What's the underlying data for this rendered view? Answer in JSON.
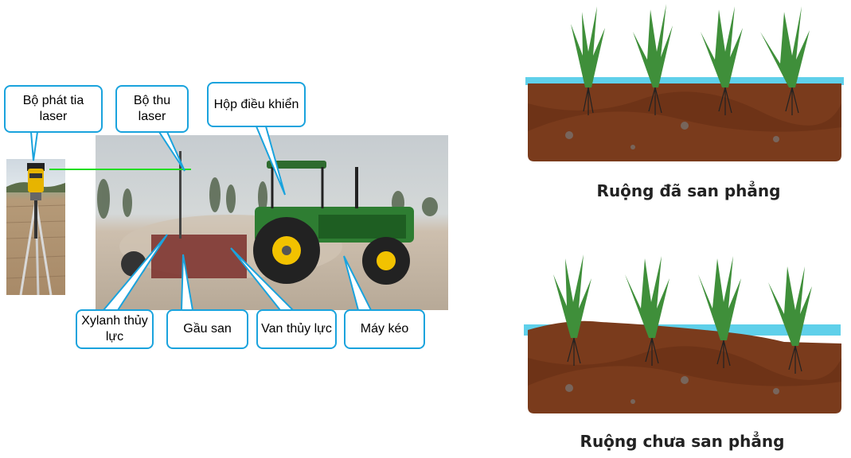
{
  "callouts": {
    "laser_emitter": "Bộ phát tia laser",
    "laser_receiver": "Bộ thu laser",
    "control_box": "Hộp điều khiển",
    "hydraulic_cylinder": "Xylanh thủy lực",
    "scraper": "Gầu san",
    "hydraulic_valve": "Van thủy lực",
    "tractor": "Máy kéo"
  },
  "fields": {
    "leveled_caption": "Ruộng đã san phẳng",
    "unleveled_caption": "Ruộng chưa san phẳng"
  },
  "colors": {
    "callout_border": "#1aa3dd",
    "laser_beam": "#22dd22",
    "soil": "#7a3b1c",
    "water": "#5fd0ea",
    "grass": "#3f8f3a",
    "tractor_green": "#2e7d32",
    "tractor_yellow": "#f2c200"
  }
}
